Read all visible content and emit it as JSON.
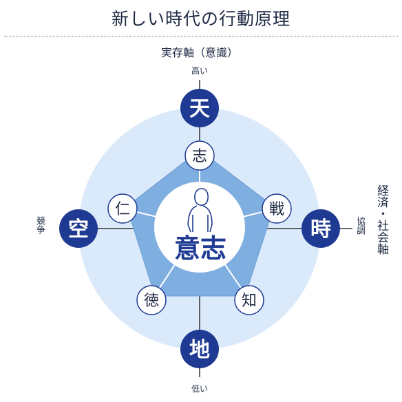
{
  "title": "新しい時代の行動原理",
  "colors": {
    "navy": "#1f3a93",
    "outer_circle": "#dbeafa",
    "pentagon": "#7faee0",
    "line": "#333333",
    "text": "#1f2a44"
  },
  "axes": {
    "vertical_name": "実存軸（意識）",
    "vertical_high": "高い",
    "vertical_low": "低い",
    "horizontal_name": "経済・社会軸",
    "horizontal_right": "協調",
    "horizontal_left": "競争"
  },
  "center": {
    "label": "意志",
    "icon": "person-icon"
  },
  "poles": {
    "top": "天",
    "right": "時",
    "bottom": "地",
    "left": "空"
  },
  "virtues": {
    "top": "志",
    "upper_right": "戦",
    "lower_right": "知",
    "lower_left": "徳",
    "upper_left": "仁"
  }
}
